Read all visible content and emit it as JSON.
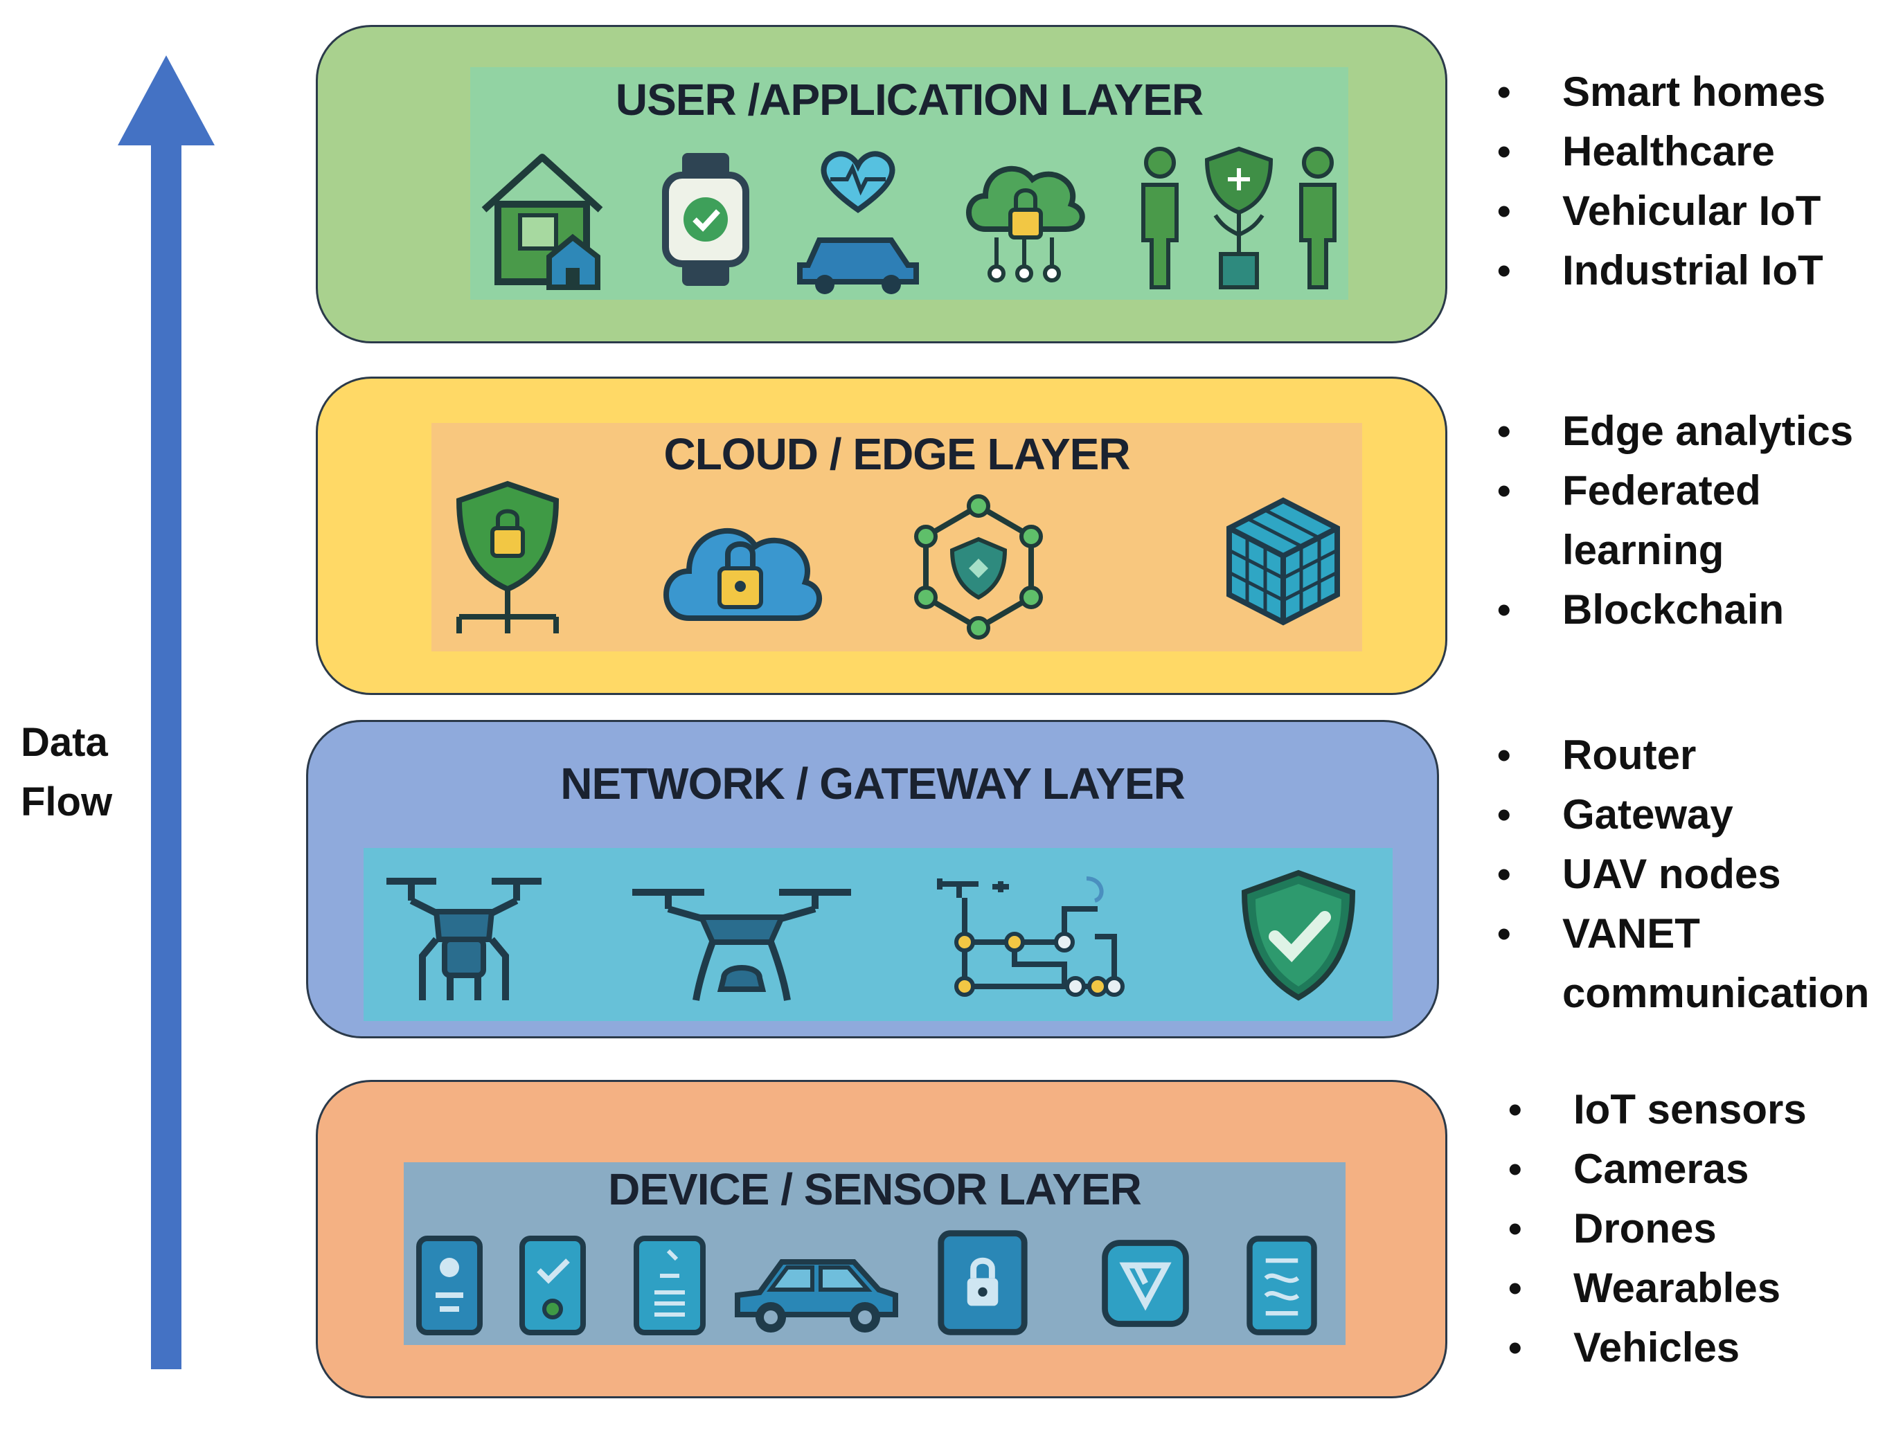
{
  "flow_label": {
    "line1": "Data",
    "line2": "Flow"
  },
  "colors": {
    "arrow": "#4472c4",
    "user_layer": "#a9d18e",
    "user_panel": "#92d3a3",
    "cloud_layer": "#ffd966",
    "cloud_panel": "#f8c77e",
    "network_layer": "#8faadc",
    "network_panel": "#67c1d8",
    "device_layer": "#f4b183",
    "device_panel": "#8aacc4"
  },
  "layers": {
    "user": {
      "title": "USER /APPLICATION LAYER",
      "icons": [
        "house-icon",
        "smartwatch-icon",
        "heart-car-icon",
        "cloud-lock-icon",
        "people-shield-icon"
      ],
      "bullets": [
        "Smart homes",
        "Healthcare",
        "Vehicular IoT",
        "Industrial IoT"
      ]
    },
    "cloud": {
      "title": "CLOUD / EDGE LAYER",
      "icons": [
        "shield-lock-node-icon",
        "cloud-lock-icon",
        "hex-network-icon",
        "cube-icon"
      ],
      "bullets": [
        "Edge analytics",
        "Federated",
        "learning",
        "Blockchain"
      ]
    },
    "network": {
      "title": "NETWORK / GATEWAY LAYER",
      "icons": [
        "quadcopter-icon",
        "drone-icon",
        "circuit-network-icon",
        "shield-check-icon"
      ],
      "bullets": [
        "Router",
        "Gateway",
        "UAV nodes",
        "VANET",
        "communication"
      ]
    },
    "device": {
      "title": "DEVICE / SENSOR LAYER",
      "icons": [
        "sensor-icon",
        "check-sensor-icon",
        "document-sensor-icon",
        "car-icon",
        "lock-sensor-icon",
        "triangle-sensor-icon",
        "wave-sensor-icon"
      ],
      "bullets": [
        "IoT sensors",
        "Cameras",
        "Drones",
        "Wearables",
        "Vehicles"
      ]
    }
  }
}
